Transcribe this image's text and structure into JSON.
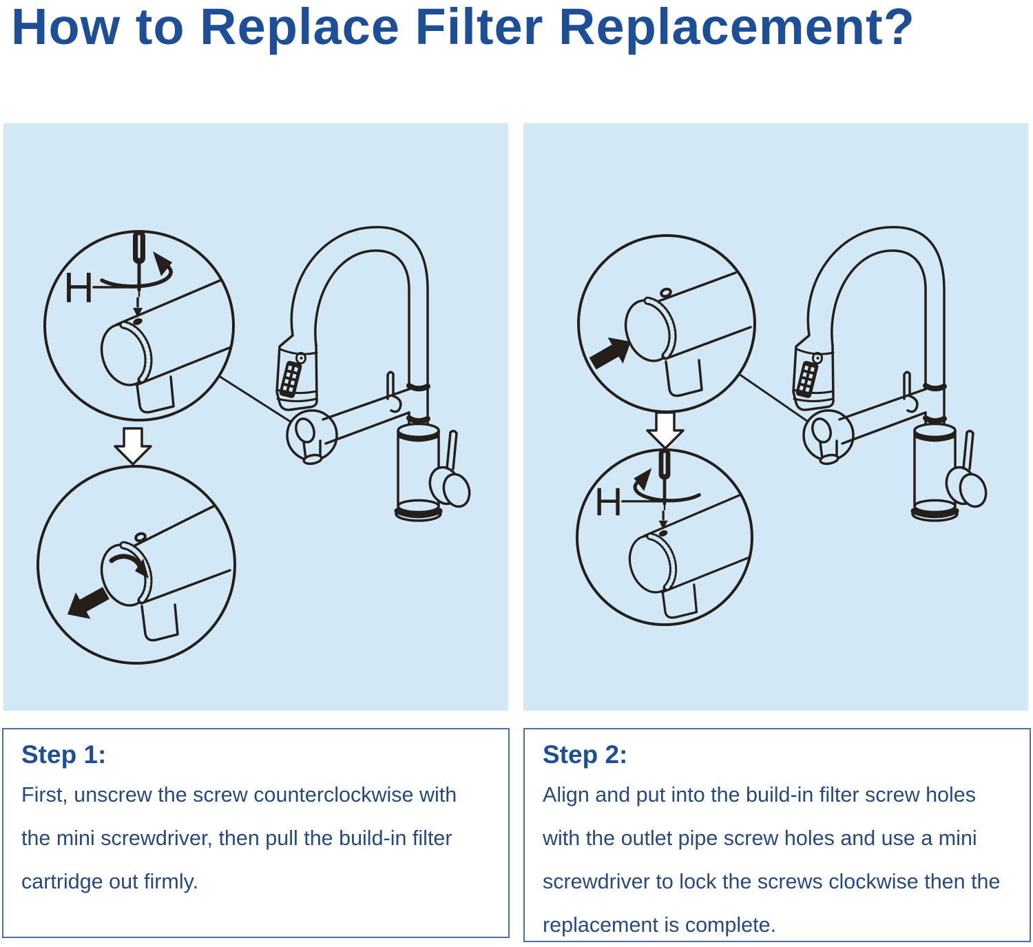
{
  "title": "How to Replace Filter Replacement?",
  "colors": {
    "heading_blue": "#1d4e96",
    "body_text_blue": "#27497e",
    "panel_background": "#d2e8f6",
    "box_border": "#4c6fa1",
    "line_art": "#241f1a"
  },
  "panels": {
    "left": {
      "h_label": "H"
    },
    "right": {
      "h_label": "H"
    }
  },
  "steps": [
    {
      "heading": "Step 1:",
      "body": "First, unscrew the screw counterclockwise with the mini screwdriver, then pull the build-in filter cartridge out firmly."
    },
    {
      "heading": "Step 2:",
      "body": "Align and put into the build-in filter screw holes with the outlet pipe screw holes and use a mini screwdriver to lock the screws clockwise then the replacement is complete."
    }
  ]
}
